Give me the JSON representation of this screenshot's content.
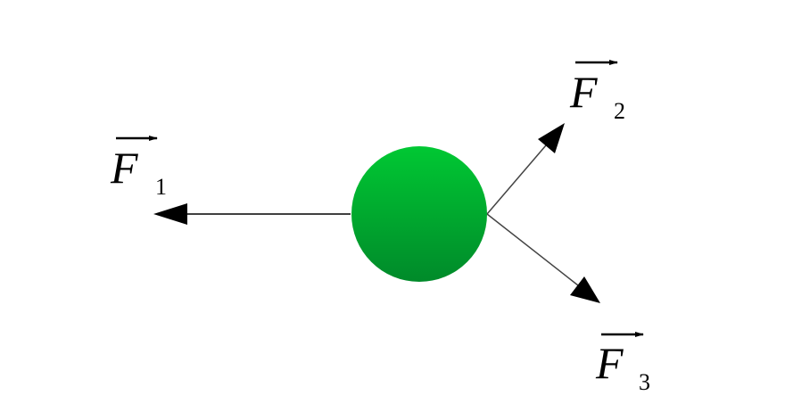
{
  "diagram": {
    "body": {
      "color_top": "#00c833",
      "color_bottom": "#008a2a"
    },
    "forces": [
      {
        "symbol": "F",
        "subscript": "1"
      },
      {
        "symbol": "F",
        "subscript": "2"
      },
      {
        "symbol": "F",
        "subscript": "3"
      }
    ]
  }
}
